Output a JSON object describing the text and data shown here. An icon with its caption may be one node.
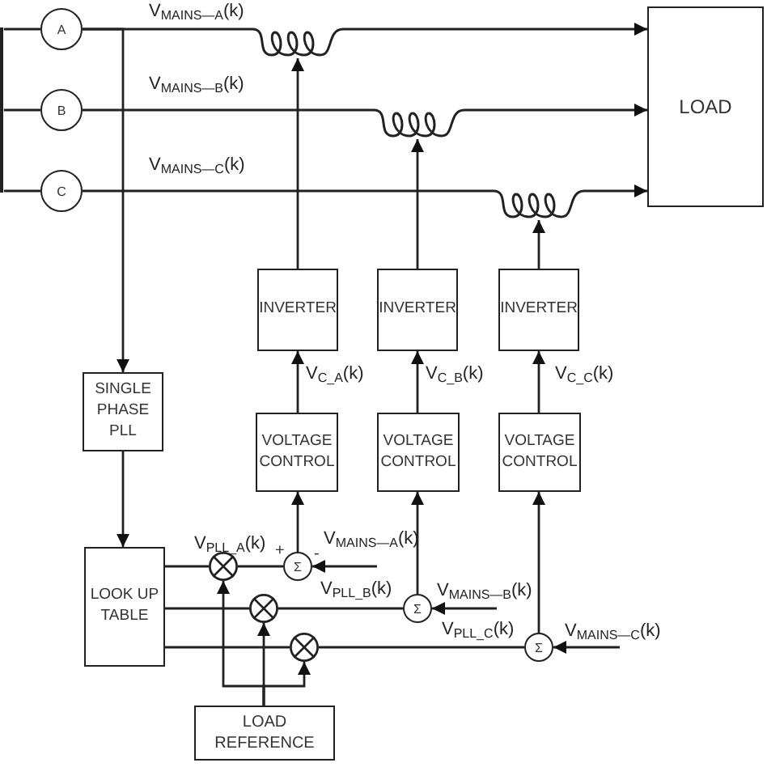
{
  "diagram": {
    "nodes": [
      {
        "text": [
          "A"
        ]
      },
      {
        "text": [
          "B"
        ]
      },
      {
        "text": [
          "C"
        ]
      },
      {
        "text": [],
        "shape": "coil"
      },
      {
        "text": [],
        "shape": "coil"
      },
      {
        "text": [],
        "shape": "coil"
      },
      {
        "text": [
          "LOAD"
        ]
      },
      {
        "text": [
          "INVERTER"
        ]
      },
      {
        "text": [
          "INVERTER"
        ]
      },
      {
        "text": [
          "INVERTER"
        ]
      },
      {
        "text": [
          "SINGLE PHASE PLL"
        ]
      },
      {
        "text": [
          "VOLTAGE CONTROL"
        ]
      },
      {
        "text": [
          "VOLTAGE CONTROL"
        ]
      },
      {
        "text": [
          "VOLTAGE CONTROL"
        ]
      },
      {
        "text": [
          "LOOK UP TABLE"
        ]
      },
      {
        "text": [],
        "shape": "multiplier"
      },
      {
        "text": [
          "Σ"
        ]
      },
      {
        "text": [],
        "shape": "multiplier"
      },
      {
        "text": [
          "Σ"
        ]
      },
      {
        "text": [],
        "shape": "multiplier"
      },
      {
        "text": [
          "Σ"
        ]
      },
      {
        "text": [
          "LOAD REFERENCE"
        ]
      },
      {
        "text": [],
        "shape": "bar"
      }
    ],
    "edges": [
      {
        "from": 0,
        "to": 3,
        "arrow": "none",
        "label": "V$_{MAINS—A}$(k)"
      },
      {
        "from": 3,
        "to": 6,
        "arrow": "to"
      },
      {
        "from": 1,
        "to": 4,
        "arrow": "none",
        "label": "V$_{MAINS—B}$(k)"
      },
      {
        "from": 4,
        "to": 6,
        "arrow": "to"
      },
      {
        "from": 2,
        "to": 5,
        "arrow": "none",
        "label": "V$_{MAINS—C}$(k)"
      },
      {
        "from": 5,
        "to": 6,
        "arrow": "to"
      },
      {
        "from": 0,
        "to": 10,
        "arrow": "to"
      },
      {
        "from": 7,
        "to": 3,
        "arrow": "to"
      },
      {
        "from": 8,
        "to": 4,
        "arrow": "to"
      },
      {
        "from": 9,
        "to": 5,
        "arrow": "to"
      },
      {
        "from": 11,
        "to": 7,
        "arrow": "to",
        "label": "V$_{C_A}$(k)"
      },
      {
        "from": 12,
        "to": 8,
        "arrow": "to",
        "label": "V$_{C_B}$(k)"
      },
      {
        "from": 13,
        "to": 9,
        "arrow": "to",
        "label": "V$_{C_C}$(k)"
      },
      {
        "from": 10,
        "to": 14,
        "arrow": "to"
      },
      {
        "from": 14,
        "to": 15,
        "arrow": "none"
      },
      {
        "from": 14,
        "to": 17,
        "arrow": "none"
      },
      {
        "from": 14,
        "to": 19,
        "arrow": "none"
      },
      {
        "from": 15,
        "to": 16,
        "arrow": "none",
        "label": "V$_{PLL_A}$(k)"
      },
      {
        "from": 17,
        "to": 18,
        "arrow": "none",
        "label": "V$_{PLL_B}$(k)"
      },
      {
        "from": 19,
        "to": 20,
        "arrow": "none",
        "label": "V$_{PLL_C}$(k)"
      },
      {
        "from": null,
        "to": 16,
        "arrow": "to",
        "label": "V$_{MAINS—A}$(k)"
      },
      {
        "from": null,
        "to": 18,
        "arrow": "to",
        "label": "V$_{MAINS—B}$(k)"
      },
      {
        "from": null,
        "to": 20,
        "arrow": "to",
        "label": "V$_{MAINS—C}$(k)"
      },
      {
        "from": 16,
        "to": 11,
        "arrow": "to"
      },
      {
        "from": 18,
        "to": 12,
        "arrow": "to"
      },
      {
        "from": 20,
        "to": 13,
        "arrow": "to"
      },
      {
        "from": 21,
        "to": 15,
        "arrow": "to"
      },
      {
        "from": 21,
        "to": 17,
        "arrow": "to"
      },
      {
        "from": 21,
        "to": 19,
        "arrow": "to"
      },
      {
        "from": 22,
        "to": 0,
        "arrow": "none"
      },
      {
        "from": 22,
        "to": 1,
        "arrow": "none"
      },
      {
        "from": 22,
        "to": 2,
        "arrow": "none"
      }
    ],
    "labels": [
      "+",
      "-"
    ]
  }
}
